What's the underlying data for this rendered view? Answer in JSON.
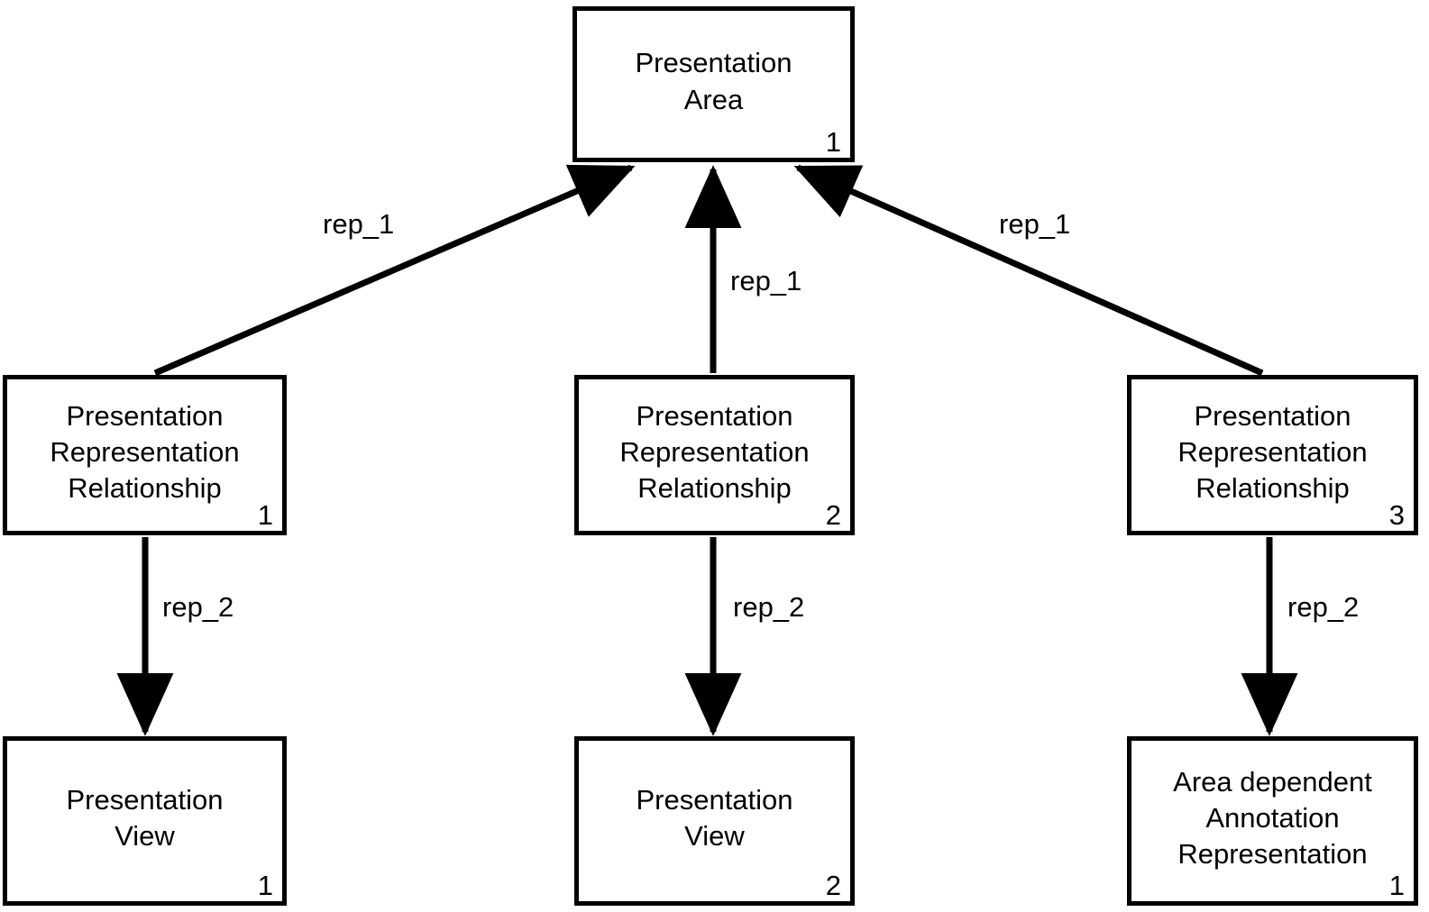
{
  "diagram": {
    "type": "entity-relationship-instance-diagram",
    "background_color": "#ffffff",
    "line_color": "#000000",
    "nodes": [
      {
        "id": "presentation-area-1",
        "label": "Presentation\nArea",
        "index": "1",
        "row": "top",
        "column": "center"
      },
      {
        "id": "presentation-representation-relationship-1",
        "label": "Presentation\nRepresentation\nRelationship",
        "index": "1",
        "row": "middle",
        "column": "left"
      },
      {
        "id": "presentation-representation-relationship-2",
        "label": "Presentation\nRepresentation\nRelationship",
        "index": "2",
        "row": "middle",
        "column": "center"
      },
      {
        "id": "presentation-representation-relationship-3",
        "label": "Presentation\nRepresentation\nRelationship",
        "index": "3",
        "row": "middle",
        "column": "right"
      },
      {
        "id": "presentation-view-1",
        "label": "Presentation\nView",
        "index": "1",
        "row": "bottom",
        "column": "left"
      },
      {
        "id": "presentation-view-2",
        "label": "Presentation\nView",
        "index": "2",
        "row": "bottom",
        "column": "center"
      },
      {
        "id": "area-dependent-annotation-representation-1",
        "label": "Area dependent\nAnnotation\nRepresentation",
        "index": "1",
        "row": "bottom",
        "column": "right"
      }
    ],
    "edges": [
      {
        "id": "edge-rel1-to-area",
        "label": "rep_1",
        "from": "presentation-representation-relationship-1",
        "to": "presentation-area-1"
      },
      {
        "id": "edge-rel2-to-area",
        "label": "rep_1",
        "from": "presentation-representation-relationship-2",
        "to": "presentation-area-1"
      },
      {
        "id": "edge-rel3-to-area",
        "label": "rep_1",
        "from": "presentation-representation-relationship-3",
        "to": "presentation-area-1"
      },
      {
        "id": "edge-rel1-to-view1",
        "label": "rep_2",
        "from": "presentation-representation-relationship-1",
        "to": "presentation-view-1"
      },
      {
        "id": "edge-rel2-to-view2",
        "label": "rep_2",
        "from": "presentation-representation-relationship-2",
        "to": "presentation-view-2"
      },
      {
        "id": "edge-rel3-to-annotation",
        "label": "rep_2",
        "from": "presentation-representation-relationship-3",
        "to": "area-dependent-annotation-representation-1"
      }
    ]
  }
}
